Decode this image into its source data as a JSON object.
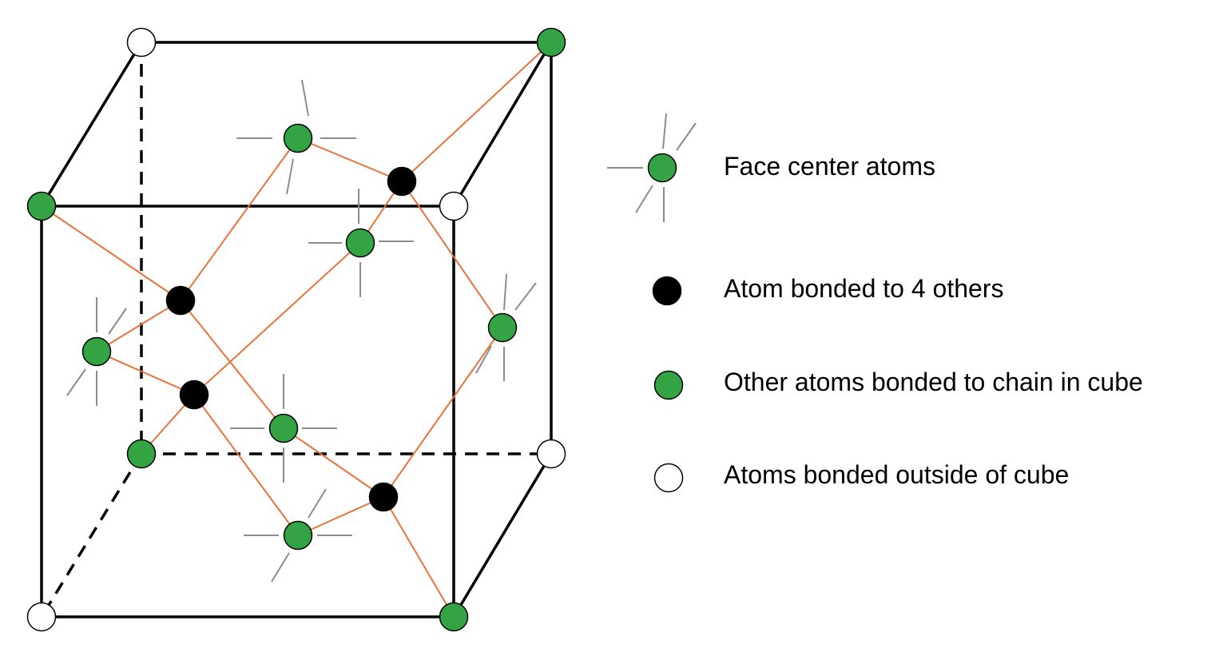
{
  "colors": {
    "face_center_atom": "#34a343",
    "bonded_to_four_atom": "#000000",
    "chain_atom": "#34a343",
    "outside_atom": "#ffffff",
    "bond_line": "#e8733a",
    "cube_edge": "#000000",
    "bond_stub": "#8c8c8c"
  },
  "legend": {
    "face_center": "Face center atoms",
    "bonded_four": "Atom bonded to 4 others",
    "chain": "Other atoms bonded to chain in cube",
    "outside": "Atoms bonded outside of cube"
  }
}
